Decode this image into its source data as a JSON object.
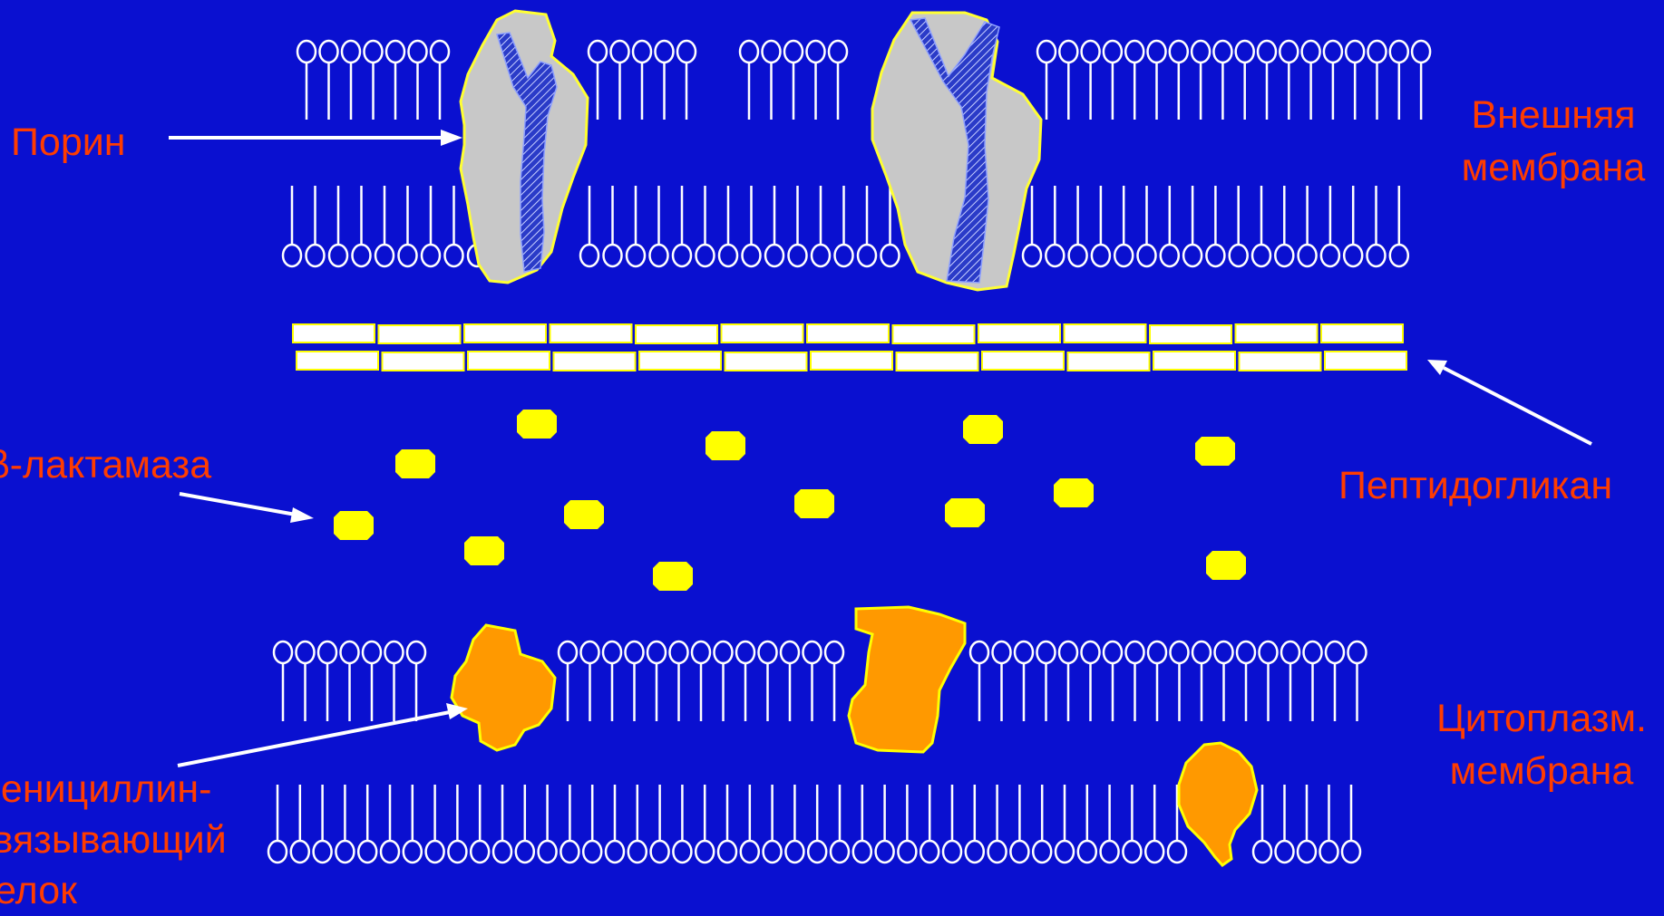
{
  "colors": {
    "background": "#0a10d0",
    "label_text": "#ff3c00",
    "lipid": "#ffffff",
    "porin_fill": "#c8c8c8",
    "porin_outline": "#ffff33",
    "porin_channel": "#3a4bd0",
    "peptidoglycan_fill": "#ffffff",
    "peptidoglycan_outline": "#ffff00",
    "beta_lactamase": "#ffff00",
    "pbp_fill": "#ff9900",
    "pbp_outline": "#ffff00",
    "arrow": "#ffffff"
  },
  "labels": {
    "porin": "Порин",
    "outer_membrane": [
      "Внешняя",
      "мембрана"
    ],
    "peptidoglycan": "Пептидогликан",
    "beta_lactamase": "β-лактамаза",
    "cytoplasmic_membrane": [
      "Цитоплазм.",
      "мембрана"
    ],
    "pbp": [
      "Пенициллин-",
      "связывающий",
      "белок"
    ]
  }
}
